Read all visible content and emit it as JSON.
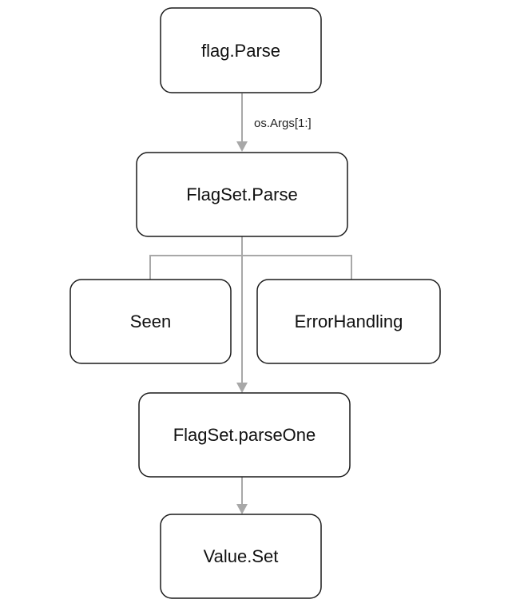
{
  "nodes": {
    "flag_parse": "flag.Parse",
    "flagset_parse": "FlagSet.Parse",
    "seen": "Seen",
    "error_handling": "ErrorHandling",
    "flagset_parse_one": "FlagSet.parseOne",
    "value_set": "Value.Set"
  },
  "edges": {
    "flag_parse_to_flagset_parse": "os.Args[1:]"
  },
  "colors": {
    "connector": "#a8a8a8",
    "box_border": "#1a1a1a",
    "background": "#ffffff"
  }
}
